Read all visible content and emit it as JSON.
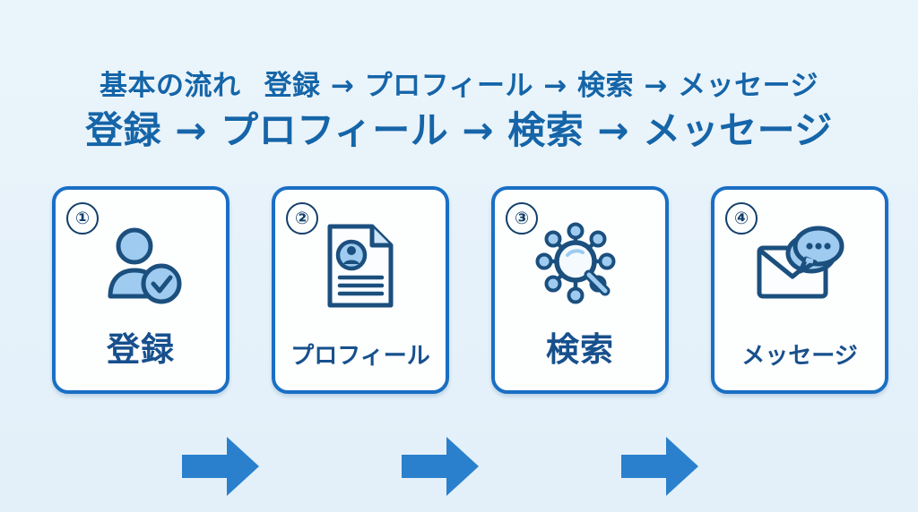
{
  "background_color": "#e7f2fa",
  "accent_color": "#1a6fc4",
  "arrow_color": "#2a80cd",
  "text_color": "#17508d",
  "icon_fill": "#9ecbef",
  "icon_stroke": "#1b4f7e",
  "heading": {
    "lead": "基本の流れ",
    "flow_inline": "登録 → プロフィール → 検索 → メッセージ",
    "flow_large": "登録 → プロフィール → 検索 → メッセージ"
  },
  "steps": [
    {
      "number": "①",
      "label": "登録",
      "icon": "user-check-icon",
      "label_size": "large"
    },
    {
      "number": "②",
      "label": "プロフィール",
      "icon": "profile-document-icon",
      "label_size": "small"
    },
    {
      "number": "③",
      "label": "検索",
      "icon": "network-search-icon",
      "label_size": "large"
    },
    {
      "number": "④",
      "label": "メッセージ",
      "icon": "envelope-chat-icon",
      "label_size": "small"
    }
  ],
  "arrows": [
    {
      "name": "arrow-step-1-to-2",
      "glyph": "→"
    },
    {
      "name": "arrow-step-2-to-3",
      "glyph": "→"
    },
    {
      "name": "arrow-step-3-to-4",
      "glyph": "→"
    }
  ]
}
